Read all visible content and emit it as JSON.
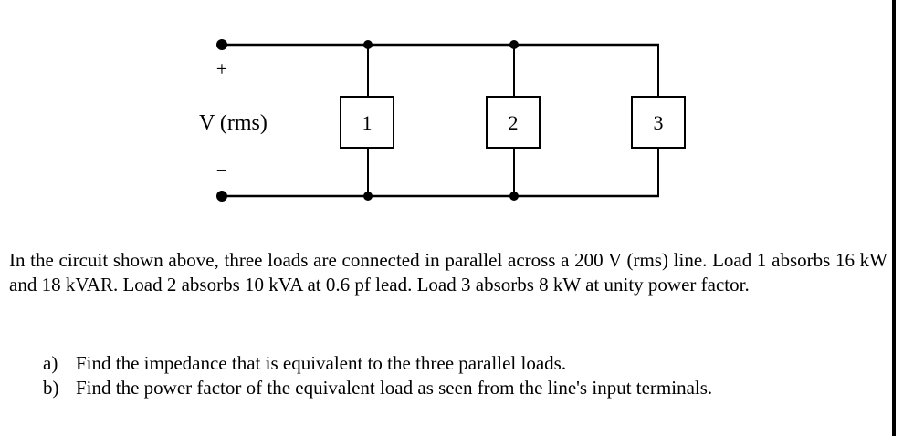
{
  "diagram": {
    "plus_sign": "+",
    "minus_sign": "−",
    "source_label": "V (rms)",
    "loads": [
      {
        "label": "1"
      },
      {
        "label": "2"
      },
      {
        "label": "3"
      }
    ]
  },
  "problem": {
    "text": "In the circuit shown above, three loads are connected in parallel across a 200 V (rms) line. Load 1 absorbs 16 kW and 18 kVAR. Load 2 absorbs 10 kVA at 0.6 pf lead. Load 3 absorbs 8 kW at unity power factor.",
    "questions": [
      {
        "letter": "a)",
        "text": "Find the impedance that is equivalent to the three parallel loads."
      },
      {
        "letter": "b)",
        "text": "Find the power factor of the equivalent load as seen from the line's input terminals."
      }
    ]
  }
}
